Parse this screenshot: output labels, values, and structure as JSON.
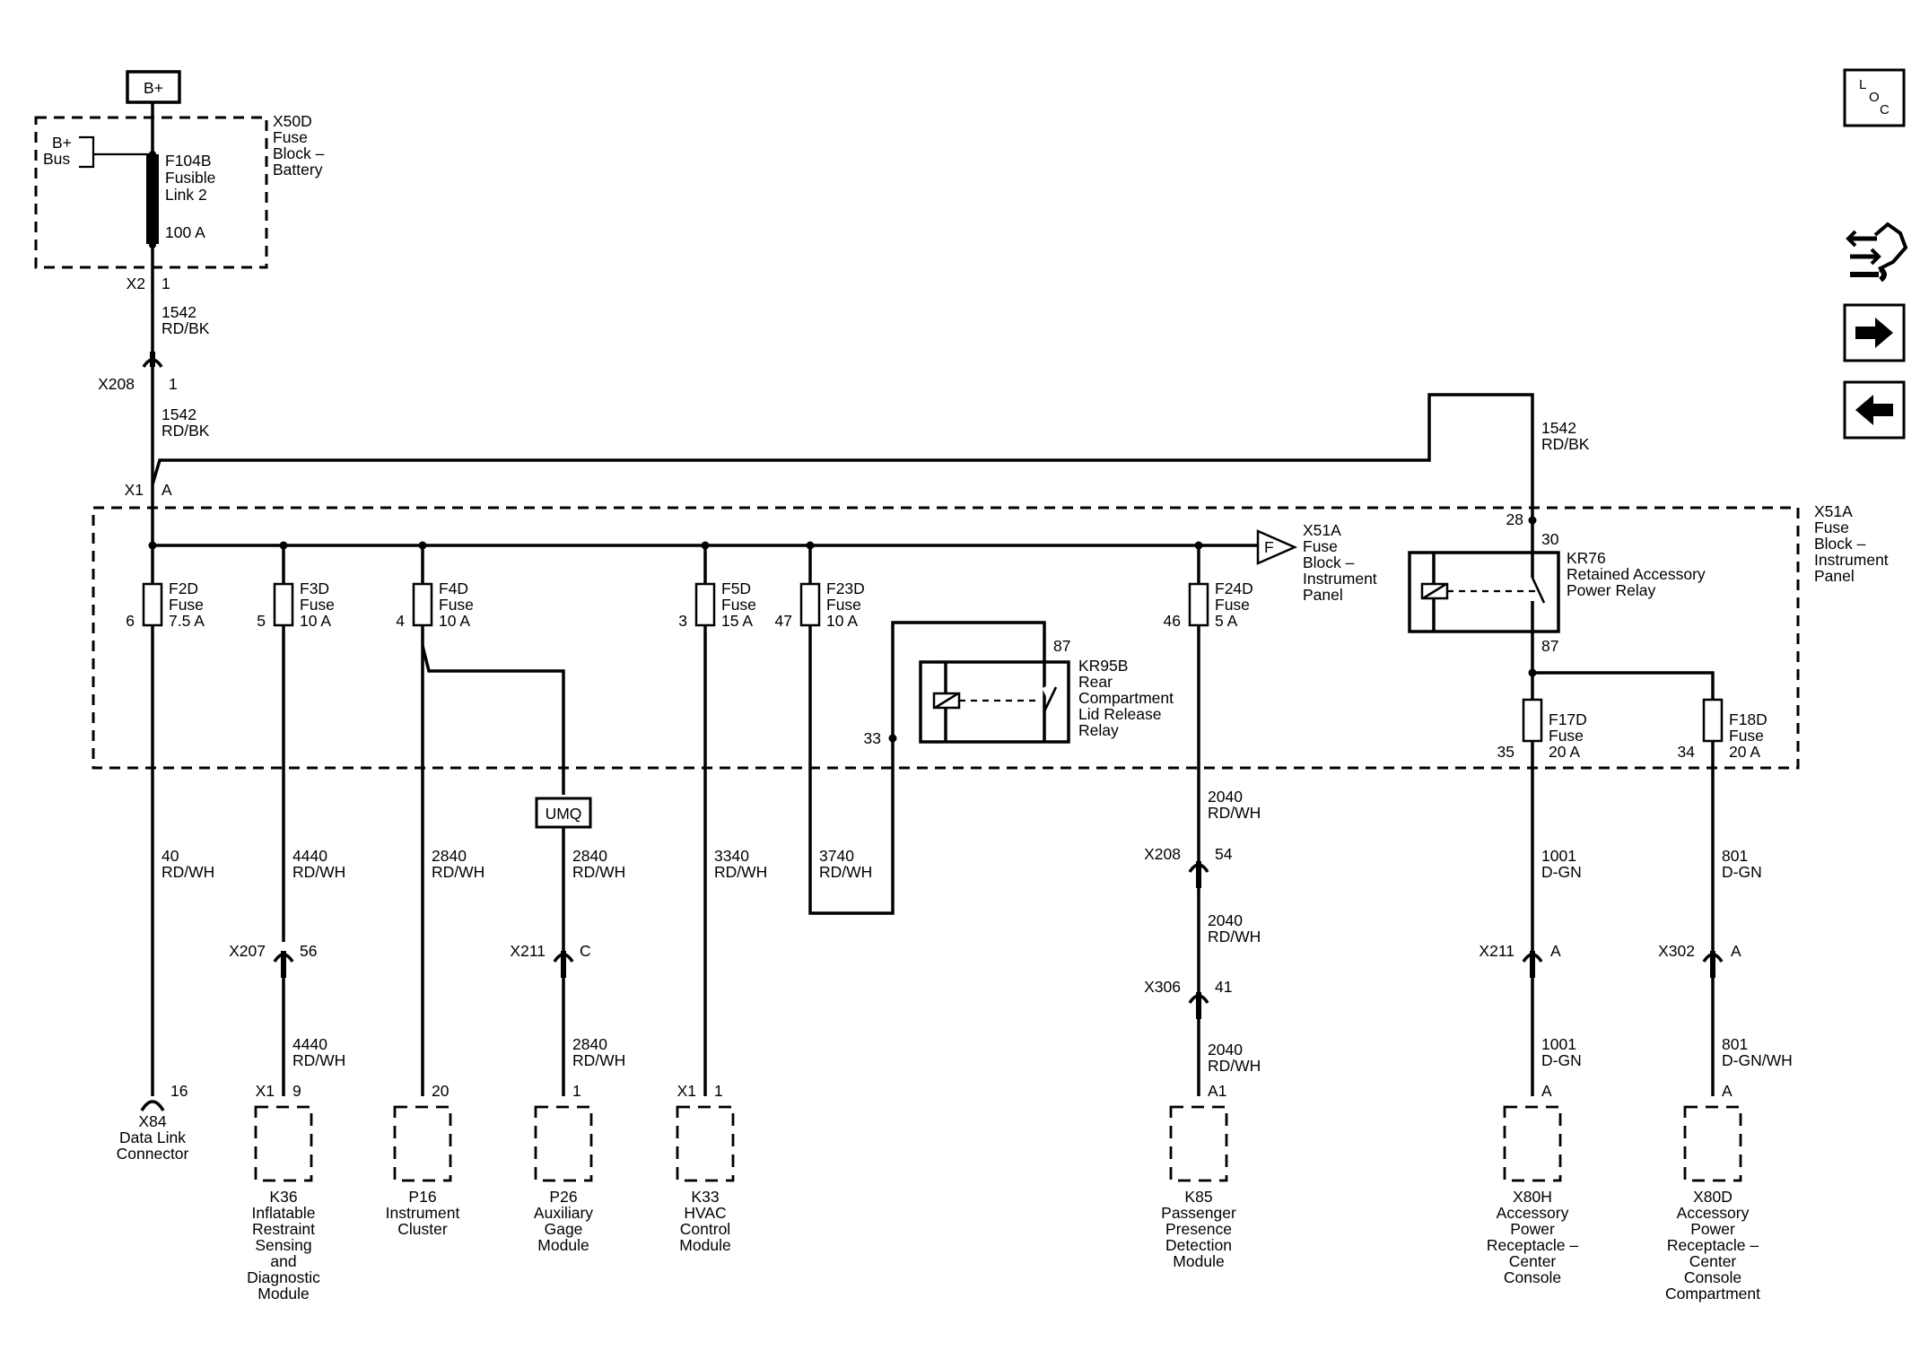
{
  "battery": {
    "label": "B+"
  },
  "x50d": {
    "name": "X50D",
    "l2": "Fuse",
    "l3": "Block –",
    "l4": "Battery"
  },
  "bplus_bus": {
    "l1": "B+",
    "l2": "Bus"
  },
  "f104b": {
    "name": "F104B",
    "l2": "Fusible",
    "l3": "Link 2",
    "rating": "100 A"
  },
  "conn_x2": {
    "name": "X2",
    "pin": "1"
  },
  "wire_top_1": {
    "circuit": "1542",
    "color": "RD/BK"
  },
  "conn_x208_top": {
    "name": "X208",
    "pin": "1"
  },
  "wire_top_2": {
    "circuit": "1542",
    "color": "RD/BK"
  },
  "conn_x1_a": {
    "name": "X1",
    "pin": "A"
  },
  "wire_loop": {
    "circuit": "1542",
    "color": "RD/BK"
  },
  "x51a_block": {
    "name": "X51A",
    "l2": "Fuse",
    "l3": "Block –",
    "l4": "Instrument",
    "l5": "Panel"
  },
  "x51a_ref": {
    "flag": "F",
    "name": "X51A",
    "l2": "Fuse",
    "l3": "Block –",
    "l4": "Instrument",
    "l5": "Panel"
  },
  "fuses": [
    {
      "name": "F2D",
      "label": "Fuse",
      "rating": "7.5 A",
      "pin": "6"
    },
    {
      "name": "F3D",
      "label": "Fuse",
      "rating": "10 A",
      "pin": "5"
    },
    {
      "name": "F4D",
      "label": "Fuse",
      "rating": "10 A",
      "pin": "4"
    },
    {
      "name": "F5D",
      "label": "Fuse",
      "rating": "15 A",
      "pin": "3"
    },
    {
      "name": "F23D",
      "label": "Fuse",
      "rating": "10 A",
      "pin": "47"
    },
    {
      "name": "F24D",
      "label": "Fuse",
      "rating": "5 A",
      "pin": "46"
    },
    {
      "name": "F17D",
      "label": "Fuse",
      "rating": "20 A",
      "pin": "35"
    },
    {
      "name": "F18D",
      "label": "Fuse",
      "rating": "20 A",
      "pin": "34"
    }
  ],
  "kr95b": {
    "name": "KR95B",
    "l2": "Rear",
    "l3": "Compartment",
    "l4": "Lid Release",
    "l5": "Relay",
    "pin_87": "87",
    "pin_33": "33"
  },
  "kr76": {
    "name": "KR76",
    "l2": "Retained Accessory",
    "l3": "Power Relay",
    "pin_28": "28",
    "pin_30": "30",
    "pin_87": "87"
  },
  "wires": {
    "w40": {
      "circuit": "40",
      "color": "RD/WH"
    },
    "w4440a": {
      "circuit": "4440",
      "color": "RD/WH"
    },
    "w4440b": {
      "circuit": "4440",
      "color": "RD/WH"
    },
    "w2840a": {
      "circuit": "2840",
      "color": "RD/WH"
    },
    "w2840b": {
      "circuit": "2840",
      "color": "RD/WH"
    },
    "w2840c": {
      "circuit": "2840",
      "color": "RD/WH"
    },
    "w3340": {
      "circuit": "3340",
      "color": "RD/WH"
    },
    "w3740": {
      "circuit": "3740",
      "color": "RD/WH"
    },
    "w2040a": {
      "circuit": "2040",
      "color": "RD/WH"
    },
    "w2040b": {
      "circuit": "2040",
      "color": "RD/WH"
    },
    "w2040c": {
      "circuit": "2040",
      "color": "RD/WH"
    },
    "w1001a": {
      "circuit": "1001",
      "color": "D-GN"
    },
    "w1001b": {
      "circuit": "1001",
      "color": "D-GN"
    },
    "w801a": {
      "circuit": "801",
      "color": "D-GN"
    },
    "w801b": {
      "circuit": "801",
      "color": "D-GN/WH"
    }
  },
  "umq": {
    "label": "UMQ"
  },
  "inline": {
    "x207": {
      "name": "X207",
      "pin": "56"
    },
    "x211c": {
      "name": "X211",
      "pin": "C"
    },
    "x208b": {
      "name": "X208",
      "pin": "54"
    },
    "x306": {
      "name": "X306",
      "pin": "41"
    },
    "x211a": {
      "name": "X211",
      "pin": "A"
    },
    "x302": {
      "name": "X302",
      "pin": "A"
    }
  },
  "components": {
    "x84": {
      "pin": "16",
      "l1": "X84",
      "l2": "Data Link",
      "l3": "Connector"
    },
    "k36": {
      "conn": "X1",
      "pin": "9",
      "l1": "K36",
      "l2": "Inflatable",
      "l3": "Restraint",
      "l4": "Sensing",
      "l5": "and",
      "l6": "Diagnostic",
      "l7": "Module"
    },
    "p16": {
      "pin": "20",
      "l1": "P16",
      "l2": "Instrument",
      "l3": "Cluster"
    },
    "p26": {
      "pin": "1",
      "l1": "P26",
      "l2": "Auxiliary",
      "l3": "Gage",
      "l4": "Module"
    },
    "k33": {
      "conn": "X1",
      "pin": "1",
      "l1": "K33",
      "l2": "HVAC",
      "l3": "Control",
      "l4": "Module"
    },
    "k85": {
      "pin": "A1",
      "l1": "K85",
      "l2": "Passenger",
      "l3": "Presence",
      "l4": "Detection",
      "l5": "Module"
    },
    "x80h": {
      "pin": "A",
      "l1": "X80H",
      "l2": "Accessory",
      "l3": "Power",
      "l4": "Receptacle –",
      "l5": "Center",
      "l6": "Console"
    },
    "x80d": {
      "pin": "A",
      "l1": "X80D",
      "l2": "Accessory",
      "l3": "Power",
      "l4": "Receptacle –",
      "l5": "Center",
      "l6": "Console",
      "l7": "Compartment"
    }
  },
  "nav": {
    "loc_l": "L",
    "loc_o": "O",
    "loc_c": "C",
    "icons": [
      "loc-icon",
      "wrench-schematic-icon",
      "arrow-right-icon",
      "arrow-left-icon"
    ]
  }
}
